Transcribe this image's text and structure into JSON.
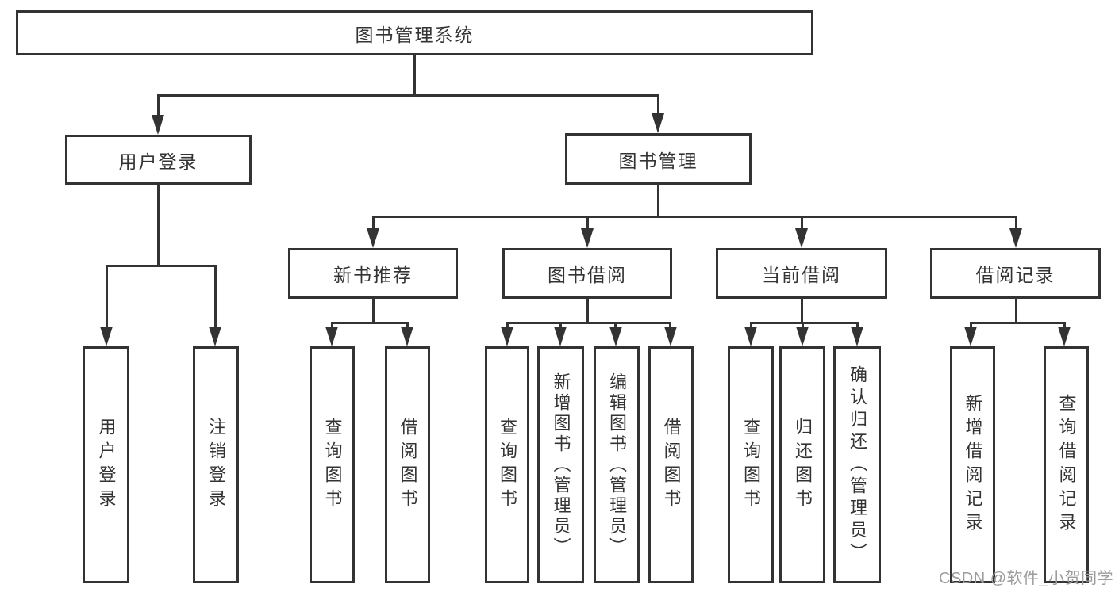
{
  "colors": {
    "line": "#333333",
    "text": "#333333",
    "background": "#ffffff",
    "watermark": "#9c9c9c"
  },
  "watermark": "CSDN @软件_小贺同学",
  "tree": {
    "root": "图书管理系统",
    "branches": [
      {
        "label": "用户登录",
        "children": [
          "用户登录",
          "注销登录"
        ]
      },
      {
        "label": "图书管理",
        "children": [
          {
            "label": "新书推荐",
            "children": [
              "查询图书",
              "借阅图书"
            ]
          },
          {
            "label": "图书借阅",
            "children": [
              "查询图书",
              "新增图书（管理员）",
              "编辑图书（管理员）",
              "借阅图书"
            ]
          },
          {
            "label": "当前借阅",
            "children": [
              "查询图书",
              "归还图书",
              "确认归还（管理员）"
            ]
          },
          {
            "label": "借阅记录",
            "children": [
              "新增借阅记录",
              "查询借阅记录"
            ]
          }
        ]
      }
    ]
  }
}
